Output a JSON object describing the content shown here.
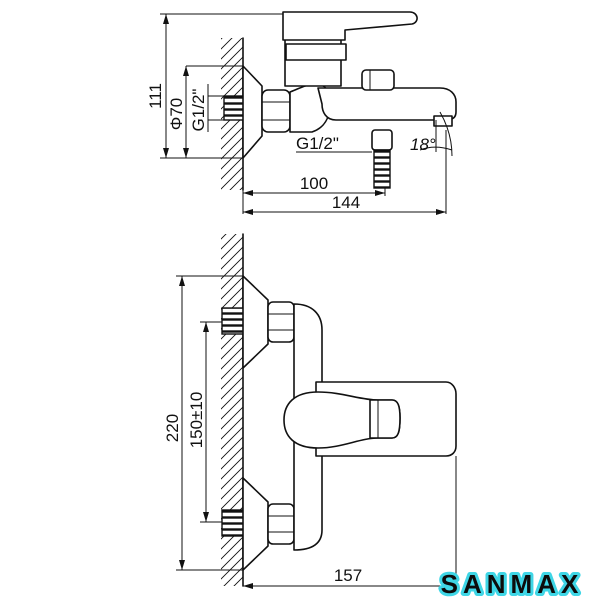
{
  "top_view": {
    "dim_height": "111",
    "dim_diameter": "Φ70",
    "dim_thread_wall": "G1/2\"",
    "dim_thread_outlet": "G1/2\"",
    "dim_angle": "18°",
    "dim_spout_100": "100",
    "dim_total_144": "144"
  },
  "front_view": {
    "dim_height_220": "220",
    "dim_centers": "150±10",
    "dim_length_157": "157"
  },
  "brand": {
    "logo_text": "SANMAX",
    "logo_color": "#0c0c0c",
    "logo_glow": "#3fd6e6"
  }
}
